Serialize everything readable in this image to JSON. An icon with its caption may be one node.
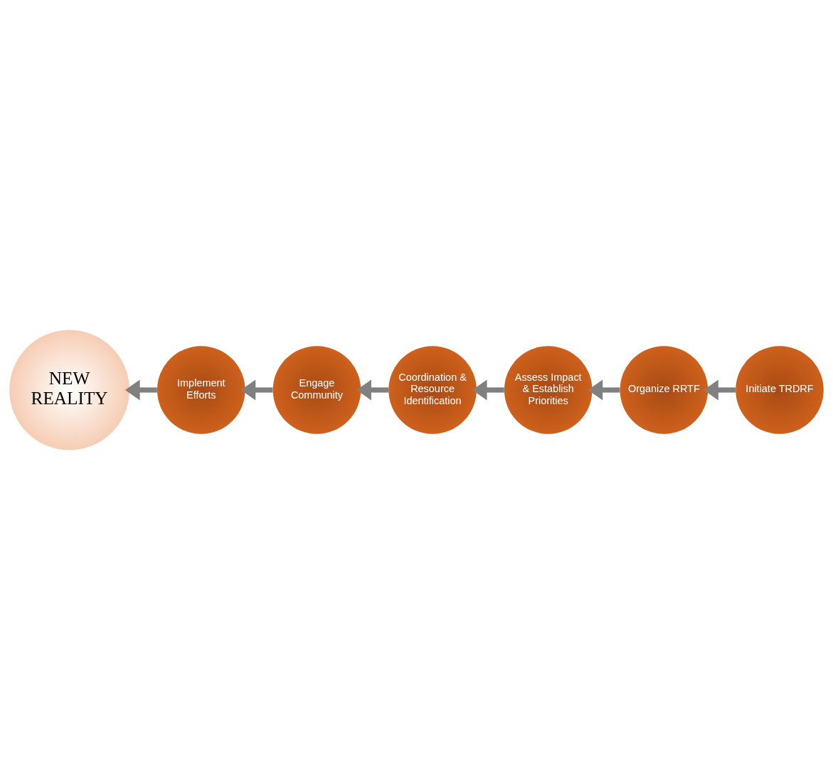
{
  "diagram": {
    "nodes": [
      {
        "text": [
          "NEW REALITY"
        ]
      },
      {
        "text": [
          "Initiate TRDRF"
        ]
      },
      {
        "text": [
          "Organize RRTF"
        ]
      },
      {
        "text": [
          "Assess Impact & Establish Priorities"
        ]
      },
      {
        "text": [
          "Coordination & Resource Identification"
        ]
      },
      {
        "text": [
          "Engage Community"
        ]
      },
      {
        "text": [
          "Implement Efforts"
        ]
      }
    ],
    "edges": [
      {
        "from": 1,
        "to": 2,
        "arrow": "to"
      },
      {
        "from": 2,
        "to": 3,
        "arrow": "to"
      },
      {
        "from": 3,
        "to": 4,
        "arrow": "to"
      },
      {
        "from": 4,
        "to": 5,
        "arrow": "to"
      },
      {
        "from": 5,
        "to": 6,
        "arrow": "to"
      },
      {
        "from": 6,
        "to": 0,
        "arrow": "to"
      }
    ]
  }
}
